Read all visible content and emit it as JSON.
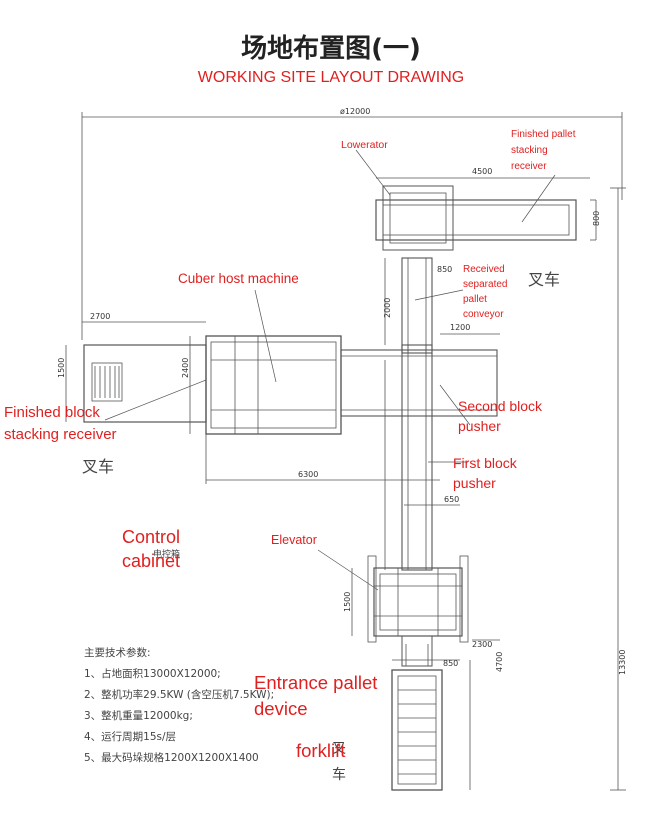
{
  "title": "场地布置图(一)",
  "subtitle": "WORKING SITE LAYOUT DRAWING",
  "labels": {
    "lowerator": "Lowerator",
    "finished_pallet_stacking_receiver": "Finished pallet stacking receiver",
    "received_separated_pallet_conveyor": "Received separated pallet conveyor",
    "cuber_host_machine": "Cuber host machine",
    "finished_block_stacking_receiver": "Finished block stacking receiver",
    "second_block_pusher": "Second block pusher",
    "first_block_pusher": "First block pusher",
    "control_cabinet": "Control cabinet",
    "elevator": "Elevator",
    "entrance_pallet_device": "Entrance pallet device",
    "forklift": "forklift"
  },
  "dimensions": {
    "d12000": "ø12000",
    "d4500": "4500",
    "d800": "800",
    "d850a": "850",
    "d2000": "2000",
    "d1200": "1200",
    "d2700": "2700",
    "d1500a": "1500",
    "d2400": "2400",
    "d6300": "6300",
    "d650": "650",
    "d1500b": "1500",
    "d2300": "2300",
    "d850b": "850",
    "d4700": "4700",
    "d13300": "13300"
  },
  "chinese_labels": {
    "forklift_right": "叉车",
    "forklift_left": "叉车",
    "forklift_bottom_1": "叉",
    "forklift_bottom_2": "车",
    "control_box": "电控箱"
  },
  "params": {
    "heading": "主要技术参数:",
    "items": [
      "1、占地面积13000X12000;",
      "2、整机功率29.5KW (含空压机7.5KW);",
      "3、整机重量12000kg;",
      "4、运行周期15s/层",
      "5、最大码垛规格1200X1200X1400"
    ]
  }
}
